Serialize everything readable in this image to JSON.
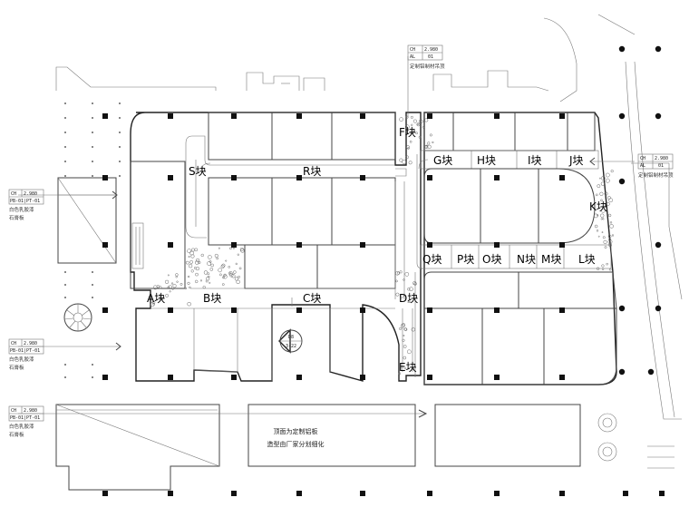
{
  "zones": {
    "F": "F块",
    "G": "G块",
    "H": "H块",
    "I": "I块",
    "J": "J块",
    "K": "K块",
    "S": "S块",
    "R": "R块",
    "Q": "Q块",
    "P": "P块",
    "O": "O块",
    "N": "N块",
    "M": "M块",
    "L": "L块",
    "A": "A块",
    "B": "B块",
    "C": "C块",
    "D": "D块",
    "E": "E块"
  },
  "tags": {
    "ch": "CH",
    "elev": "2.980",
    "al": "AL",
    "al_code": "01",
    "pb": "PB-01|PT-01",
    "top_note": "定制铝制材吊顶",
    "right_note": "定制铝制材吊顶",
    "left_note_1": "白色乳胶漆",
    "left_note_2": "石膏板"
  },
  "section": {
    "id": "D8",
    "sheet": "3-22"
  },
  "center_note": {
    "line1": "顶面为定制铝板",
    "line2": "造型由厂家分划细化"
  }
}
